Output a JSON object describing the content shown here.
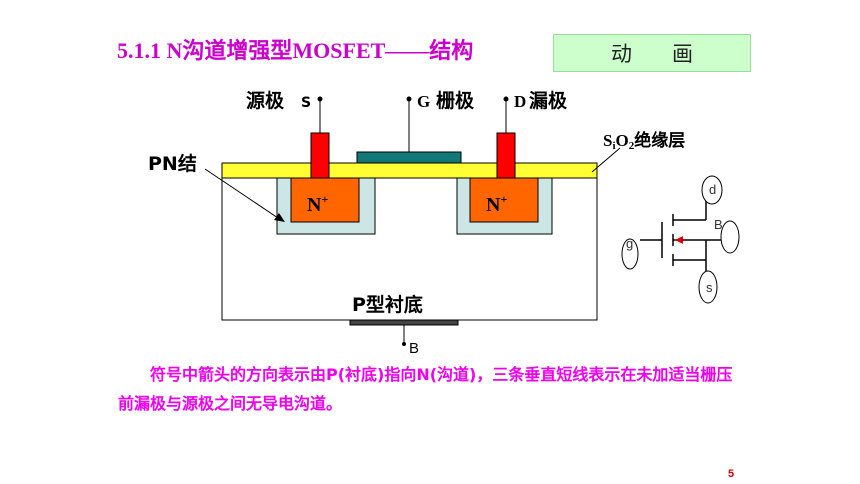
{
  "title": "5.1.1 N沟道增强型MOSFET——结构",
  "animation_button": {
    "label": "动画"
  },
  "structure": {
    "source_label": "源极",
    "source_pin": "S",
    "gate_pin": "G",
    "gate_label": "栅极",
    "drain_pin": "D",
    "drain_label": "漏极",
    "oxide_label": {
      "s": "S",
      "i": "i",
      "o": "O",
      "sub2": "2",
      "text": "绝缘层"
    },
    "pn_label": "PN结",
    "n_region_left": "N",
    "n_region_right": "N",
    "n_sup": "+",
    "substrate_label": "P型衬底",
    "bulk_pin": "B"
  },
  "symbol": {
    "d": "d",
    "g": "g",
    "s": "s",
    "b": "B"
  },
  "description": "符号中箭头的方向表示由P(衬底)指向N(沟道)，三条垂直短线表示在未加适当栅压前漏极与源极之间无导电沟道。",
  "page_number": "5",
  "colors": {
    "title": "#cc00cc",
    "description": "#ee00ee",
    "oxide": "#ffff33",
    "n_region": "#ff6600",
    "depletion": "#cce6e6",
    "metal_contact": "#ff0000",
    "gate": "#117777",
    "button_bg": "#ccffcc"
  }
}
